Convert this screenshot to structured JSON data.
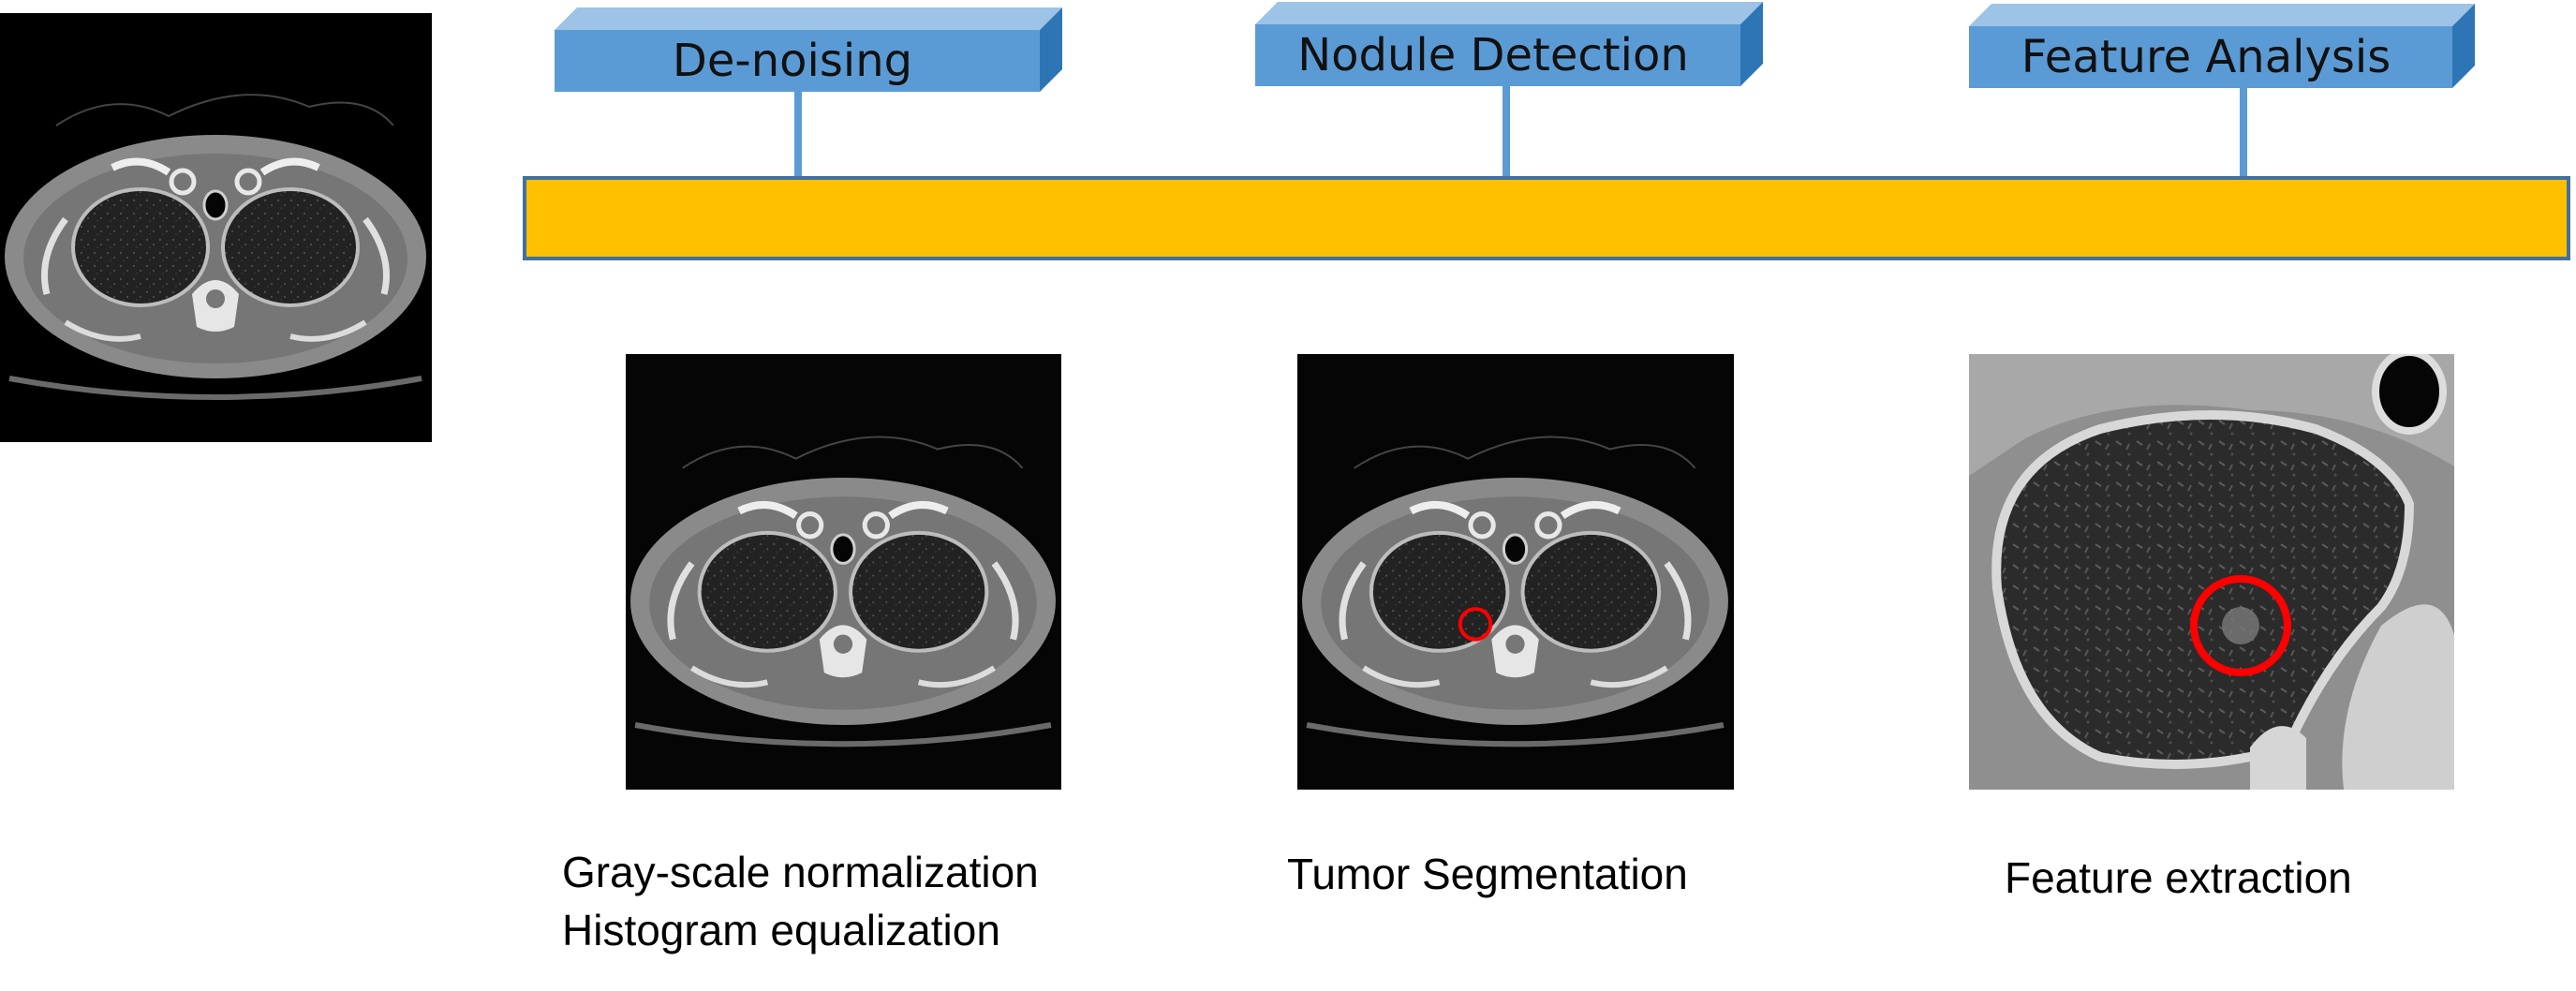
{
  "stages": [
    {
      "label": "De-noising"
    },
    {
      "label": "Nodule Detection"
    },
    {
      "label": "Feature Analysis"
    }
  ],
  "captions": {
    "denoise_line1": "Gray-scale normalization",
    "denoise_line2": "Histogram equalization",
    "detection": "Tumor Segmentation",
    "analysis": "Feature extraction"
  },
  "colors": {
    "stage_box": "#5b9bd5",
    "stage_box_top": "#9dc3e6",
    "stage_box_side": "#2e75b6",
    "timeline_fill": "#ffc000",
    "timeline_border": "#41719c",
    "nodule_marker": "#ff0000"
  },
  "icons": {
    "original_scan": "ct-scan-original",
    "denoised_scan": "ct-scan-denoised",
    "segmented_scan": "ct-scan-segmented",
    "zoomed_nodule": "ct-scan-zoomed-nodule"
  }
}
